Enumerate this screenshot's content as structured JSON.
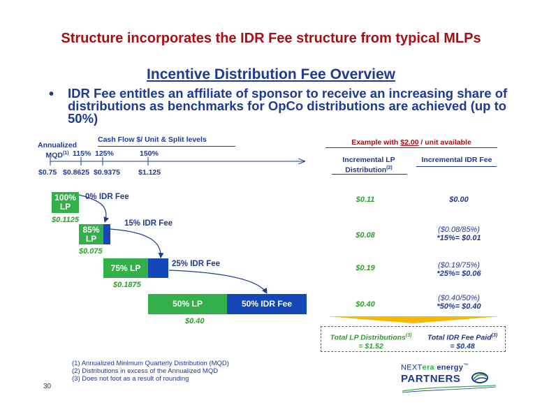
{
  "slide": {
    "title": "Structure incorporates the IDR Fee structure from typical MLPs",
    "subtitle": "Incentive Distribution Fee Overview",
    "bullet": "IDR Fee entitles an affiliate of sponsor to receive an increasing share of distributions as benchmarks for OpCo distributions are achieved (up to 50%)",
    "page_number": "30"
  },
  "scale": {
    "annualized": "Annualized",
    "mqd": "MQD",
    "mqd_sup": "(1)",
    "cash_flow_label": "Cash Flow $/ Unit & Split levels",
    "pct_115": "115%",
    "pct_125": "125%",
    "pct_150": "150%",
    "tick_075": "$0.75",
    "tick_08625": "$0.8625",
    "tick_09375": "$0.9375",
    "tick_1125": "$1.125"
  },
  "tiers": [
    {
      "lp_label": "100%\nLP",
      "fee_label": "0% IDR Fee",
      "amount": "$0.1125"
    },
    {
      "lp_label": "85%\nLP",
      "fee_label": "15% IDR Fee",
      "amount": "$0.075"
    },
    {
      "lp_label": "75% LP",
      "fee_label": "25% IDR Fee",
      "amount": "$0.1875"
    },
    {
      "lp_label": "50% LP",
      "fee_label": "50% IDR Fee",
      "amount": "$0.40"
    }
  ],
  "example": {
    "header_pre": "Example with ",
    "header_amount": "$2.00",
    "header_post": " / unit available",
    "col_lp": "Incremental LP Distribution",
    "col_lp_sup": "(2)",
    "col_idr": "Incremental IDR Fee",
    "rows": [
      {
        "lp": "$0.11",
        "idr_line1": "",
        "idr_line2": "$0.00"
      },
      {
        "lp": "$0.08",
        "idr_line1": "($0.08/85%)",
        "idr_line2": "*15%= $0.01"
      },
      {
        "lp": "$0.19",
        "idr_line1": "($0.19/75%)",
        "idr_line2": "*25%= $0.06"
      },
      {
        "lp": "$0.40",
        "idr_line1": "($0.40/50%)",
        "idr_line2": "*50%= $0.40"
      }
    ],
    "total_lp_label": "Total LP Distributions",
    "total_lp_sup": "(3)",
    "total_lp_value": "= $1.52",
    "total_idr_label": "Total IDR Fee Paid",
    "total_idr_sup": "(3)",
    "total_idr_value": "= $0.48"
  },
  "footnotes": [
    "(1)  Annualized Minimum Quarterly Distribution (MQD)",
    "(2)  Distributions in excess of the Annualized MQD",
    "(3)  Does not foot as a result of rounding"
  ],
  "logo": {
    "next": "NEXT",
    "era": "era",
    "energy": " energy",
    "tm": "™",
    "partners": "PARTNERS"
  },
  "colors": {
    "title_red": "#a50f15",
    "navy": "#1f3a93",
    "lp_green": "#33b04a",
    "idr_blue": "#1448b8",
    "highlight_orange": "#f5b800",
    "total_border_red": "#c0392b"
  }
}
